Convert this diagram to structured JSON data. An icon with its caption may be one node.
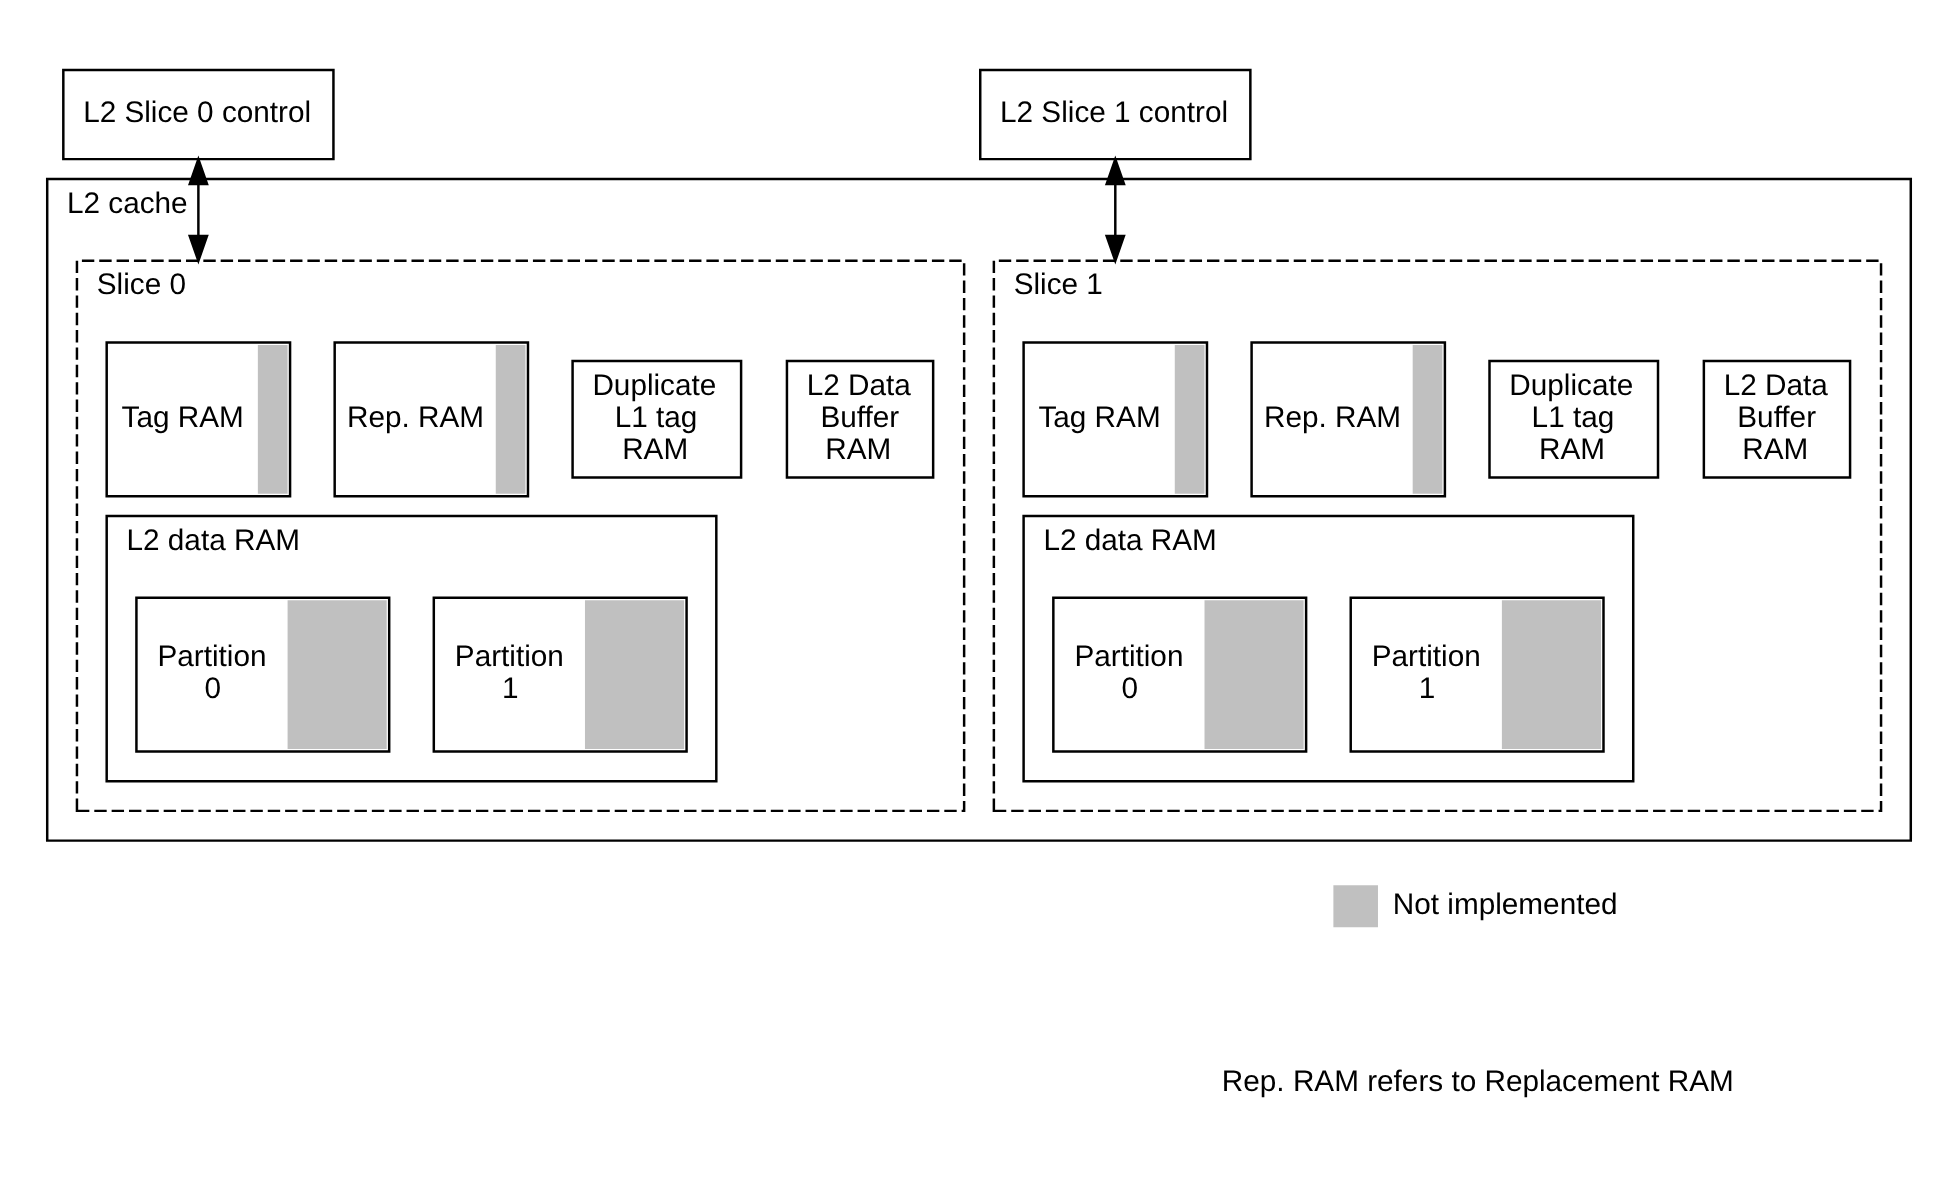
{
  "diagram": {
    "nodes": [
      {
        "text": [
          "L2 Slice 0 control"
        ]
      },
      {
        "text": [
          "L2 Slice 1 control"
        ]
      },
      {
        "text": [
          "L2 cache"
        ]
      },
      {
        "text": [
          "Slice 0"
        ],
        "in": 2
      },
      {
        "text": [
          "Tag RAM"
        ],
        "in": 3
      },
      {
        "text": [
          "Rep. RAM"
        ],
        "in": 3
      },
      {
        "text": [
          "Duplicate L1 tag RAM"
        ],
        "in": 3
      },
      {
        "text": [
          "L2 Data Buffer RAM"
        ],
        "in": 3
      },
      {
        "text": [
          "L2 data RAM"
        ],
        "in": 3
      },
      {
        "text": [
          "Partition 0"
        ],
        "in": 8
      },
      {
        "text": [
          "Partition 1"
        ],
        "in": 8
      },
      {
        "text": [
          "Slice 1"
        ],
        "in": 2
      },
      {
        "text": [
          "Tag RAM"
        ],
        "in": 11
      },
      {
        "text": [
          "Rep. RAM"
        ],
        "in": 11
      },
      {
        "text": [
          "Duplicate L1 tag RAM"
        ],
        "in": 11
      },
      {
        "text": [
          "L2 Data Buffer RAM"
        ],
        "in": 11
      },
      {
        "text": [
          "L2 data RAM"
        ],
        "in": 11
      },
      {
        "text": [
          "Partition 0"
        ],
        "in": 16
      },
      {
        "text": [
          "Partition 1"
        ],
        "in": 16
      }
    ],
    "edges": [
      {
        "from": 0,
        "to": 3,
        "arrow": "both"
      },
      {
        "from": 1,
        "to": 11,
        "arrow": "both"
      }
    ],
    "labels": [
      "Rep. RAM refers to Replacement RAM"
    ],
    "legend": [
      {
        "text": "Not implemented",
        "color": "#c0c0c0"
      }
    ]
  }
}
